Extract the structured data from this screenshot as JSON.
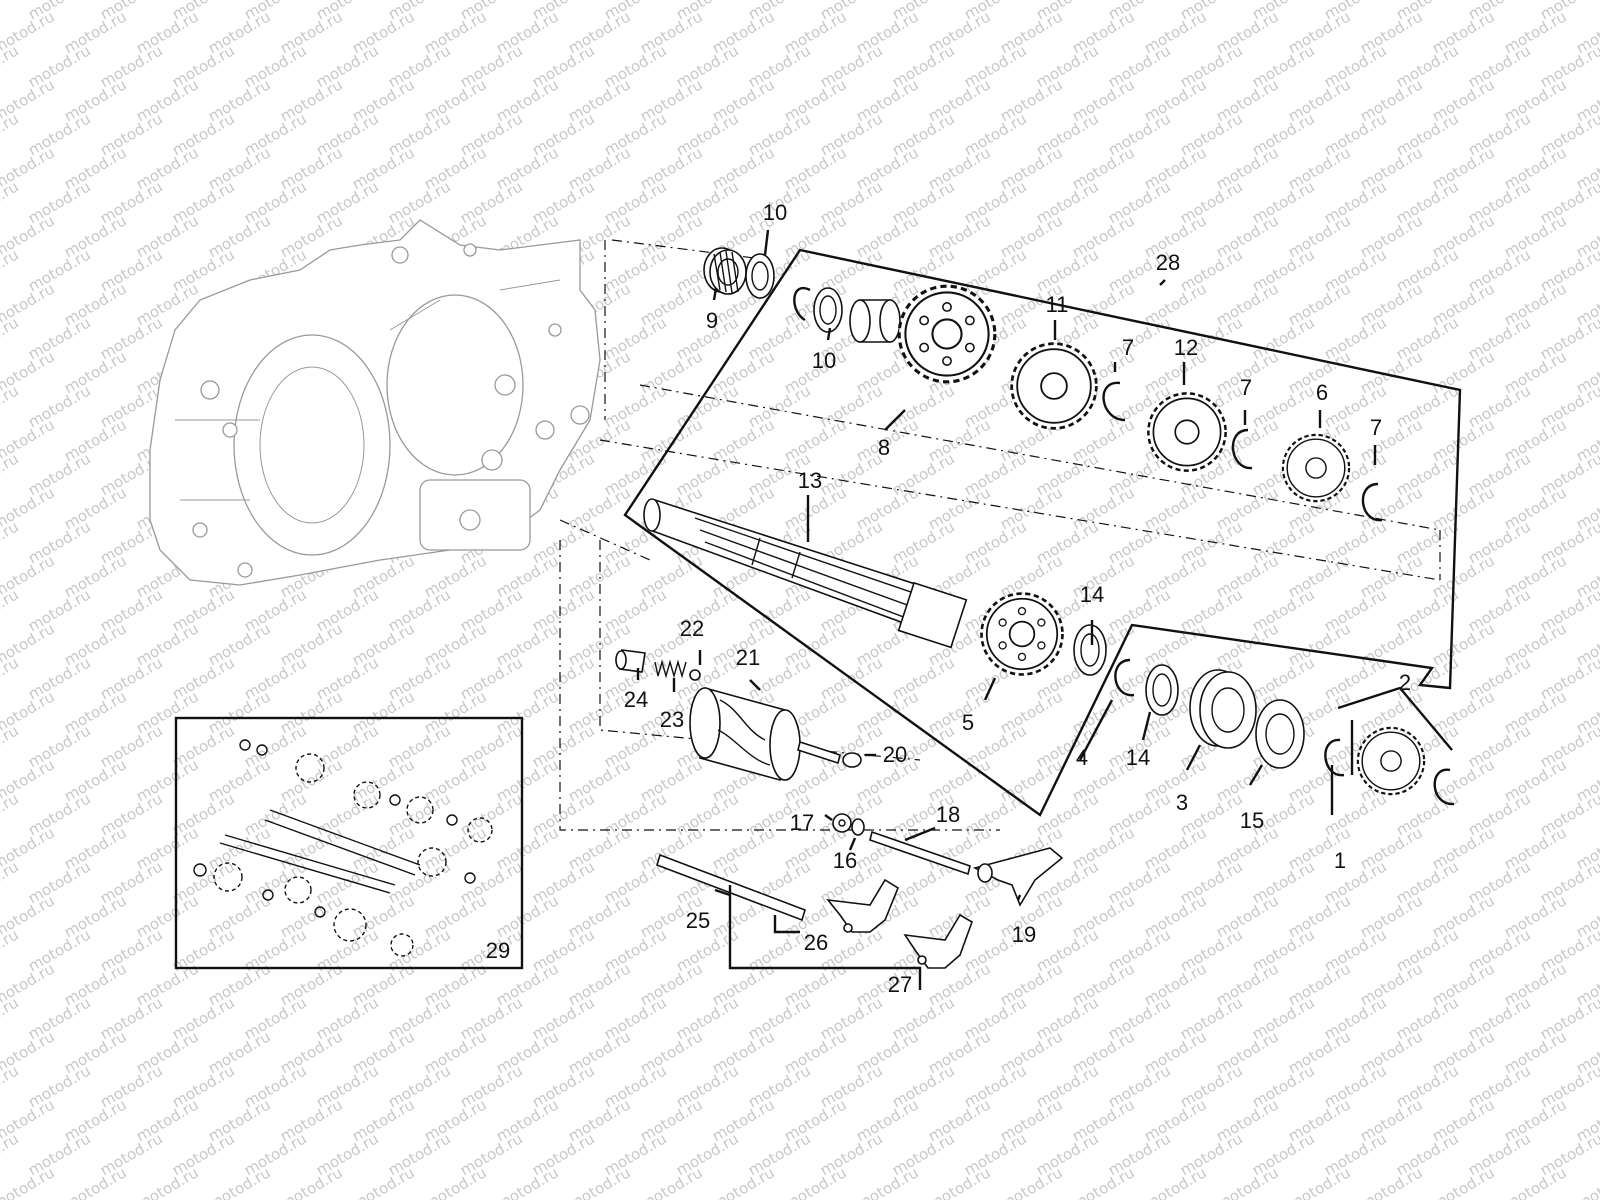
{
  "watermark": "motod.ru",
  "callouts": {
    "c1": "1",
    "c2": "2",
    "c3": "3",
    "c4": "4",
    "c5": "5",
    "c6": "6",
    "c7a": "7",
    "c7b": "7",
    "c7c": "7",
    "c8": "8",
    "c9": "9",
    "c10a": "10",
    "c10b": "10",
    "c11": "11",
    "c12": "12",
    "c13": "13",
    "c14a": "14",
    "c14b": "14",
    "c15": "15",
    "c16": "16",
    "c17": "17",
    "c18": "18",
    "c19": "19",
    "c20": "20",
    "c21": "21",
    "c22": "22",
    "c23": "23",
    "c24": "24",
    "c25": "25",
    "c26": "26",
    "c27": "27",
    "c28": "28",
    "c29": "29"
  }
}
